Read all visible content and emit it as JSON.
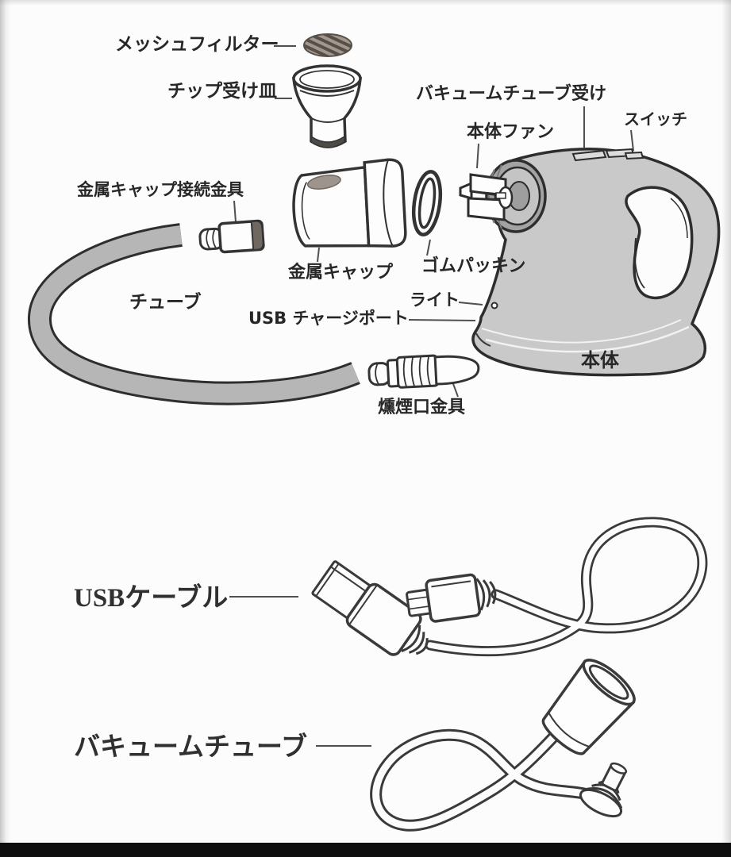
{
  "document_type": "exploded parts diagram",
  "parts": {
    "mesh_filter": {
      "label": "メッシュフィルター"
    },
    "chip_tray": {
      "label": "チップ受け皿"
    },
    "vacuum_tube_receiver": {
      "label": "バキュームチューブ受け"
    },
    "body_fan": {
      "label": "本体ファン"
    },
    "switch": {
      "label": "スイッチ"
    },
    "metal_cap_connector": {
      "label": "金属キャップ接続金具"
    },
    "metal_cap": {
      "label": "金属キャップ"
    },
    "rubber_packing": {
      "label": "ゴムパッキン"
    },
    "tube": {
      "label": "チューブ"
    },
    "light": {
      "label": "ライト"
    },
    "usb_charge_port": {
      "label": "USB チャージポート"
    },
    "body": {
      "label": "本体"
    },
    "smoke_port_fitting": {
      "label": "燻煙口金具"
    },
    "usb_cable": {
      "label": "USBケーブル"
    },
    "vacuum_tube": {
      "label": "バキュームチューブ"
    }
  },
  "colors": {
    "background": "#fcfcfc",
    "line_art": "#333333",
    "body_fill": "#c9c9c9",
    "front_ring_fill": "#a3a3a3",
    "tube_fill": "#b6b6b6",
    "mesh_fill": "#a2988f",
    "mesh_stripe": "#584f49",
    "dark_cap": "#6e6861",
    "bottom_bar": "#0e0e0e"
  }
}
